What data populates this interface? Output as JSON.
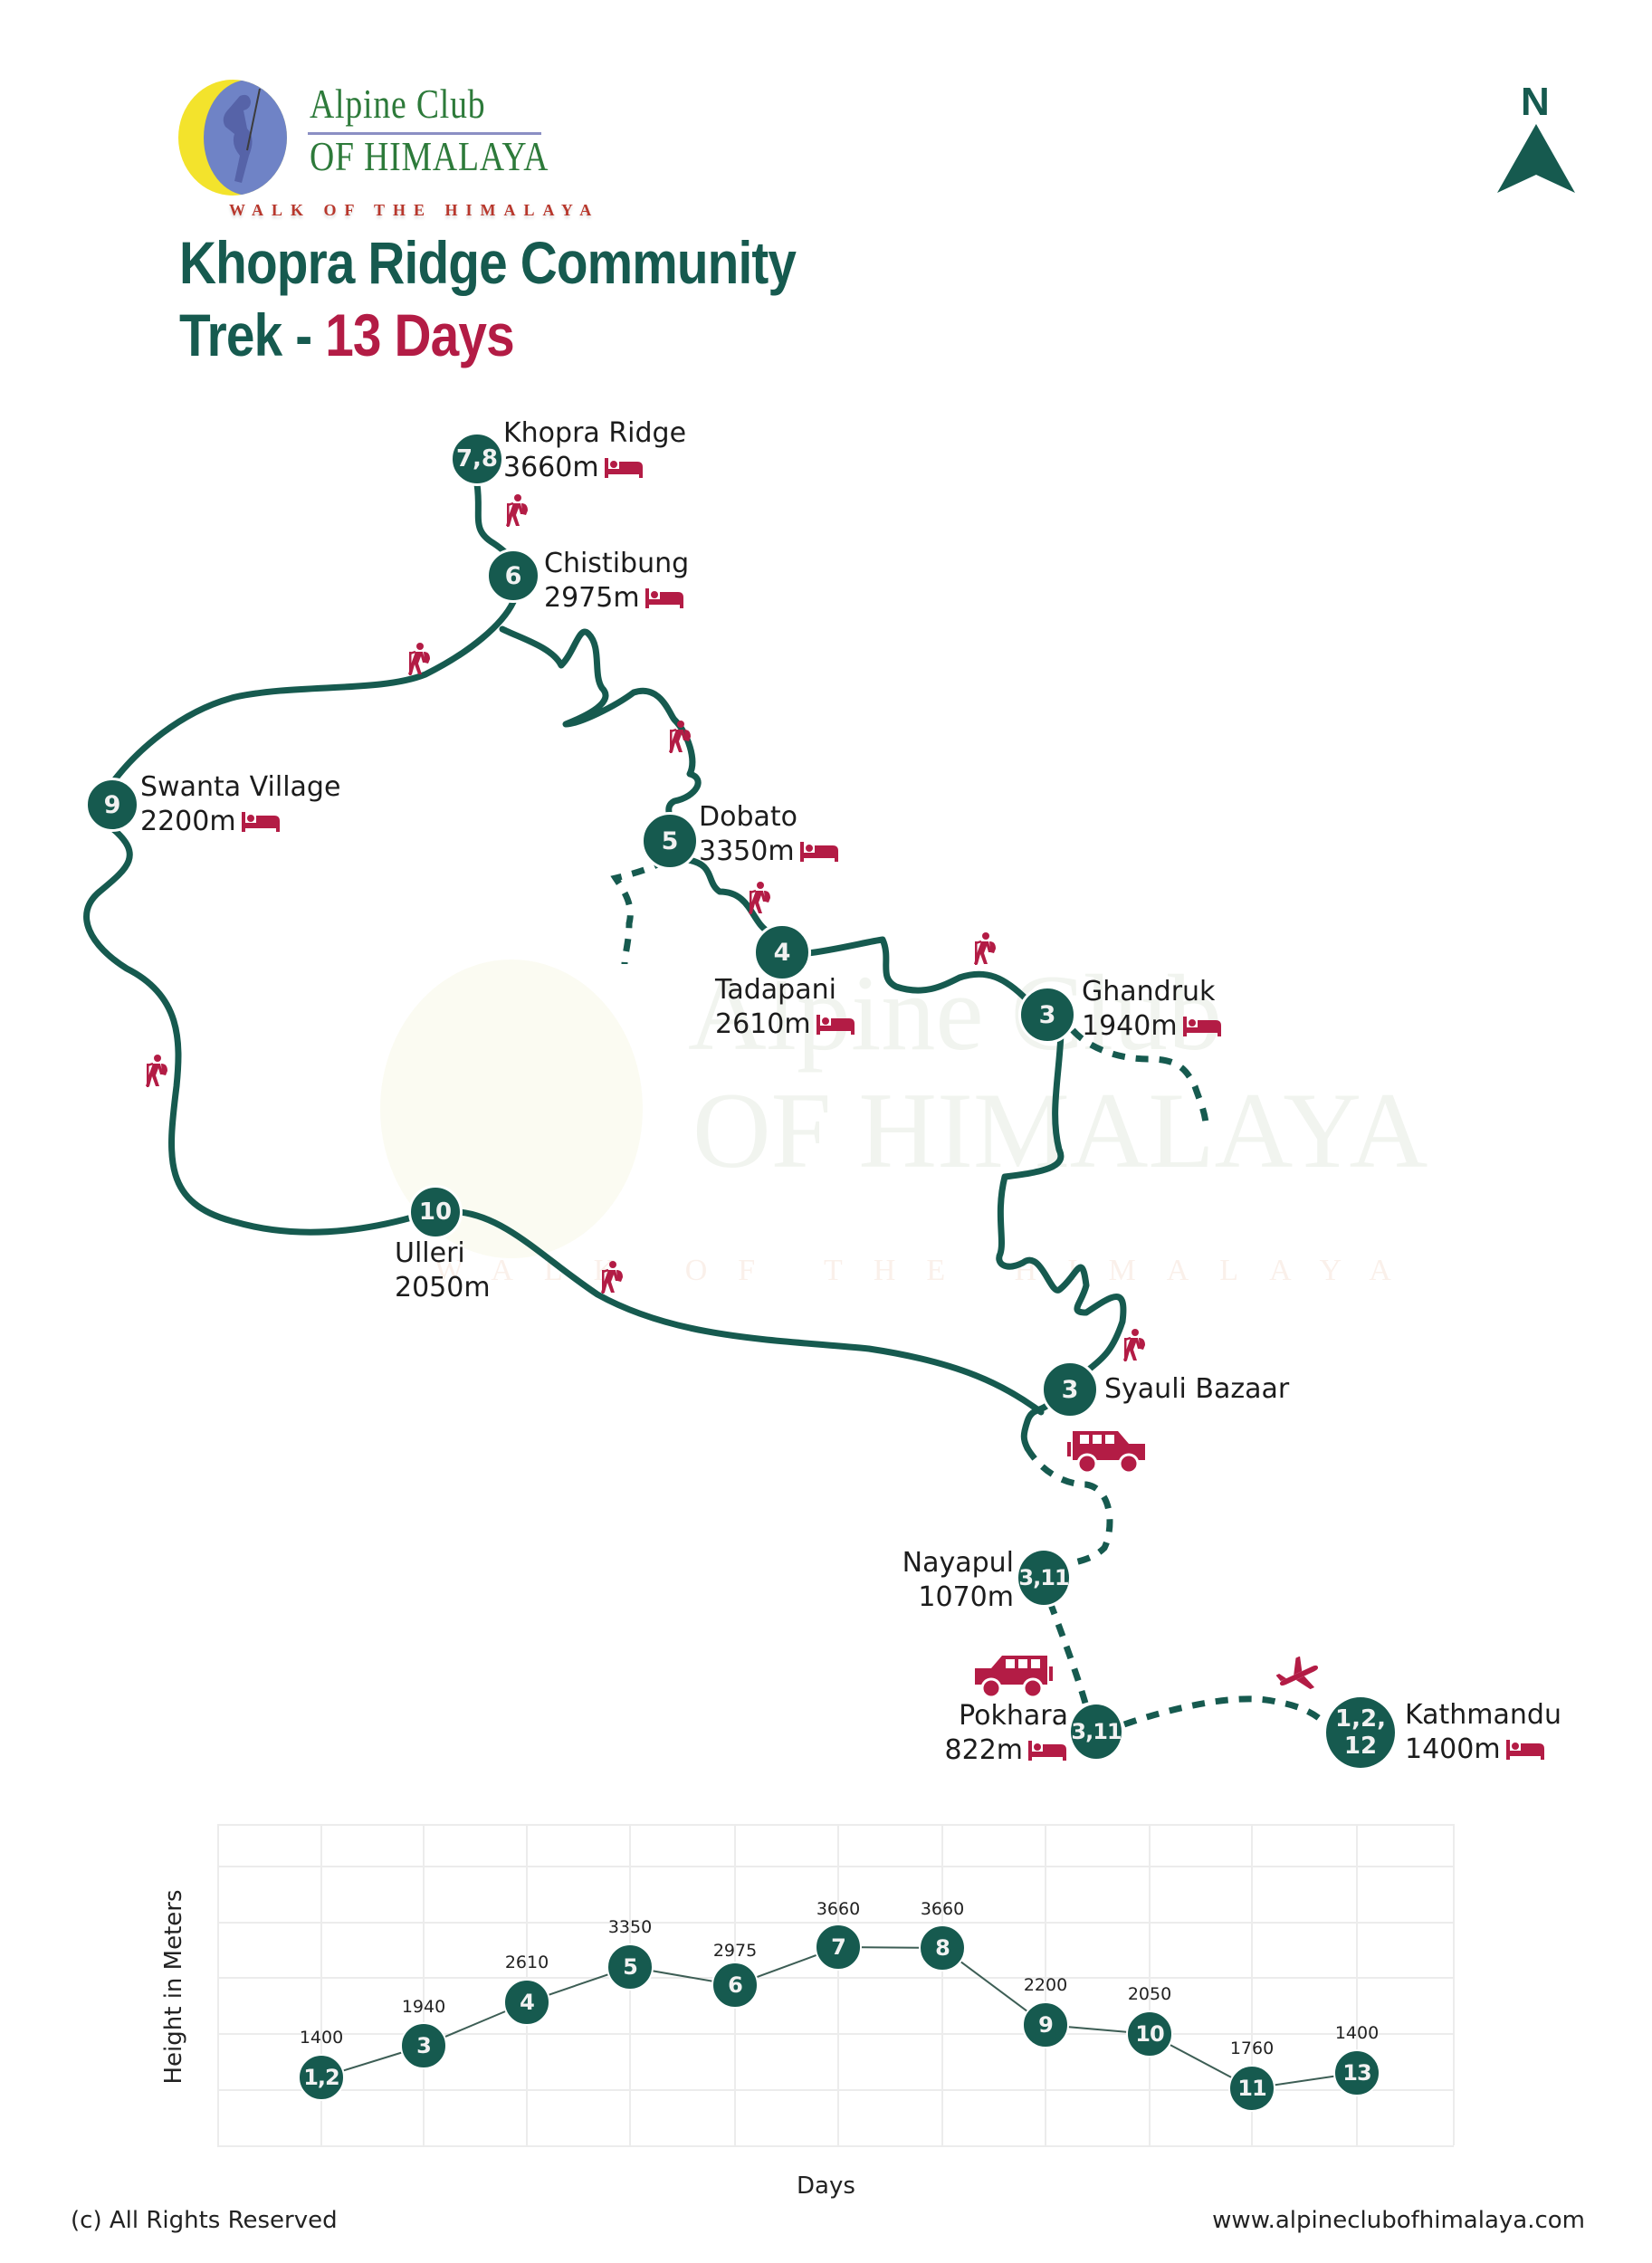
{
  "header": {
    "logo": {
      "line1": "Alpine Club",
      "line2": "OF HIMALAYA",
      "tagline": "WALK OF THE HIMALAYA"
    },
    "title_line1": "Khopra Ridge Community",
    "title_line2_prefix": "Trek - ",
    "title_line2_highlight": "13 Days",
    "compass_label": "N"
  },
  "colors": {
    "trail_green": "#165a4f",
    "accent_red": "#b31c45",
    "logo_yellow": "#f3e32c",
    "logo_blue": "#6f83c6",
    "logo_green_text": "#2d7a3a",
    "tagline_red": "#b8372c"
  },
  "watermark": {
    "line1": "Alpine Club",
    "line2": "OF HIMALAYA",
    "line3": "WALK OF THE HIMALAYA"
  },
  "map": {
    "stops": [
      {
        "id": "khopra",
        "days": "7,8",
        "name": "Khopra Ridge",
        "altitude": "3660m",
        "icon": "bed-icon"
      },
      {
        "id": "chistibung",
        "days": "6",
        "name": "Chistibung",
        "altitude": "2975m",
        "icon": "bed-icon"
      },
      {
        "id": "swanta",
        "days": "9",
        "name": "Swanta Village",
        "altitude": "2200m",
        "icon": "bed-icon"
      },
      {
        "id": "dobato",
        "days": "5",
        "name": "Dobato",
        "altitude": "3350m",
        "icon": "bed-icon"
      },
      {
        "id": "tadapani",
        "days": "4",
        "name": "Tadapani",
        "altitude": "2610m",
        "icon": "bed-icon"
      },
      {
        "id": "ghandruk",
        "days": "3",
        "name": "Ghandruk",
        "altitude": "1940m",
        "icon": "bed-icon"
      },
      {
        "id": "ulleri",
        "days": "10",
        "name": "Ulleri",
        "altitude": "2050m",
        "icon": ""
      },
      {
        "id": "syauli",
        "days": "3",
        "name": "Syauli Bazaar",
        "altitude": "",
        "icon": ""
      },
      {
        "id": "nayapul",
        "days": "3,11",
        "name": "Nayapul",
        "altitude": "1070m",
        "icon": ""
      },
      {
        "id": "pokhara",
        "days": "3,11",
        "name": "Pokhara",
        "altitude": "822m",
        "icon": "bed-icon"
      },
      {
        "id": "kathmandu",
        "days_line1": "1,2,",
        "days_line2": "12",
        "name": "Kathmandu",
        "altitude": "1400m",
        "icon": "bed-icon"
      }
    ],
    "icons": [
      "hiker-icon",
      "bed-icon",
      "jeep-icon",
      "airplane-icon",
      "north-arrow-icon"
    ]
  },
  "chart_data": {
    "type": "line",
    "title": "",
    "xlabel": "Days",
    "ylabel": "Height in Meters",
    "categories": [
      "1,2",
      "3",
      "4",
      "5",
      "6",
      "7",
      "8",
      "9",
      "10",
      "11",
      "13"
    ],
    "values": [
      1400,
      1940,
      2610,
      3350,
      2975,
      3660,
      3660,
      2200,
      2050,
      1760,
      1400
    ],
    "grid": true,
    "legend": "none"
  },
  "footer": {
    "copyright": "(c) All Rights Reserved",
    "website": "www.alpineclubofhimalaya.com"
  }
}
